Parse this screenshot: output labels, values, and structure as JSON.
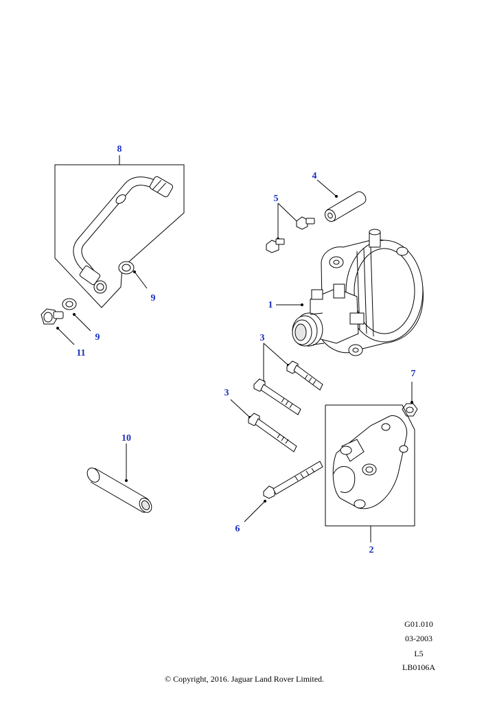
{
  "colors": {
    "callout": "#1a2fbf",
    "line": "#000000",
    "fill": "#ffffff",
    "shade": "#e6e6e6"
  },
  "callouts": [
    {
      "id": "8",
      "text": "8"
    },
    {
      "id": "4",
      "text": "4"
    },
    {
      "id": "5",
      "text": "5"
    },
    {
      "id": "9a",
      "text": "9"
    },
    {
      "id": "1",
      "text": "1"
    },
    {
      "id": "9b",
      "text": "9"
    },
    {
      "id": "11",
      "text": "11"
    },
    {
      "id": "3a",
      "text": "3"
    },
    {
      "id": "7",
      "text": "7"
    },
    {
      "id": "3b",
      "text": "3"
    },
    {
      "id": "10",
      "text": "10"
    },
    {
      "id": "6",
      "text": "6"
    },
    {
      "id": "2",
      "text": "2"
    }
  ],
  "meta": {
    "code": "G01.010",
    "date": "03-2003",
    "level": "L5",
    "ref": "LB0106A"
  },
  "copyright": "© Copyright, 2016. Jaguar Land Rover Limited."
}
